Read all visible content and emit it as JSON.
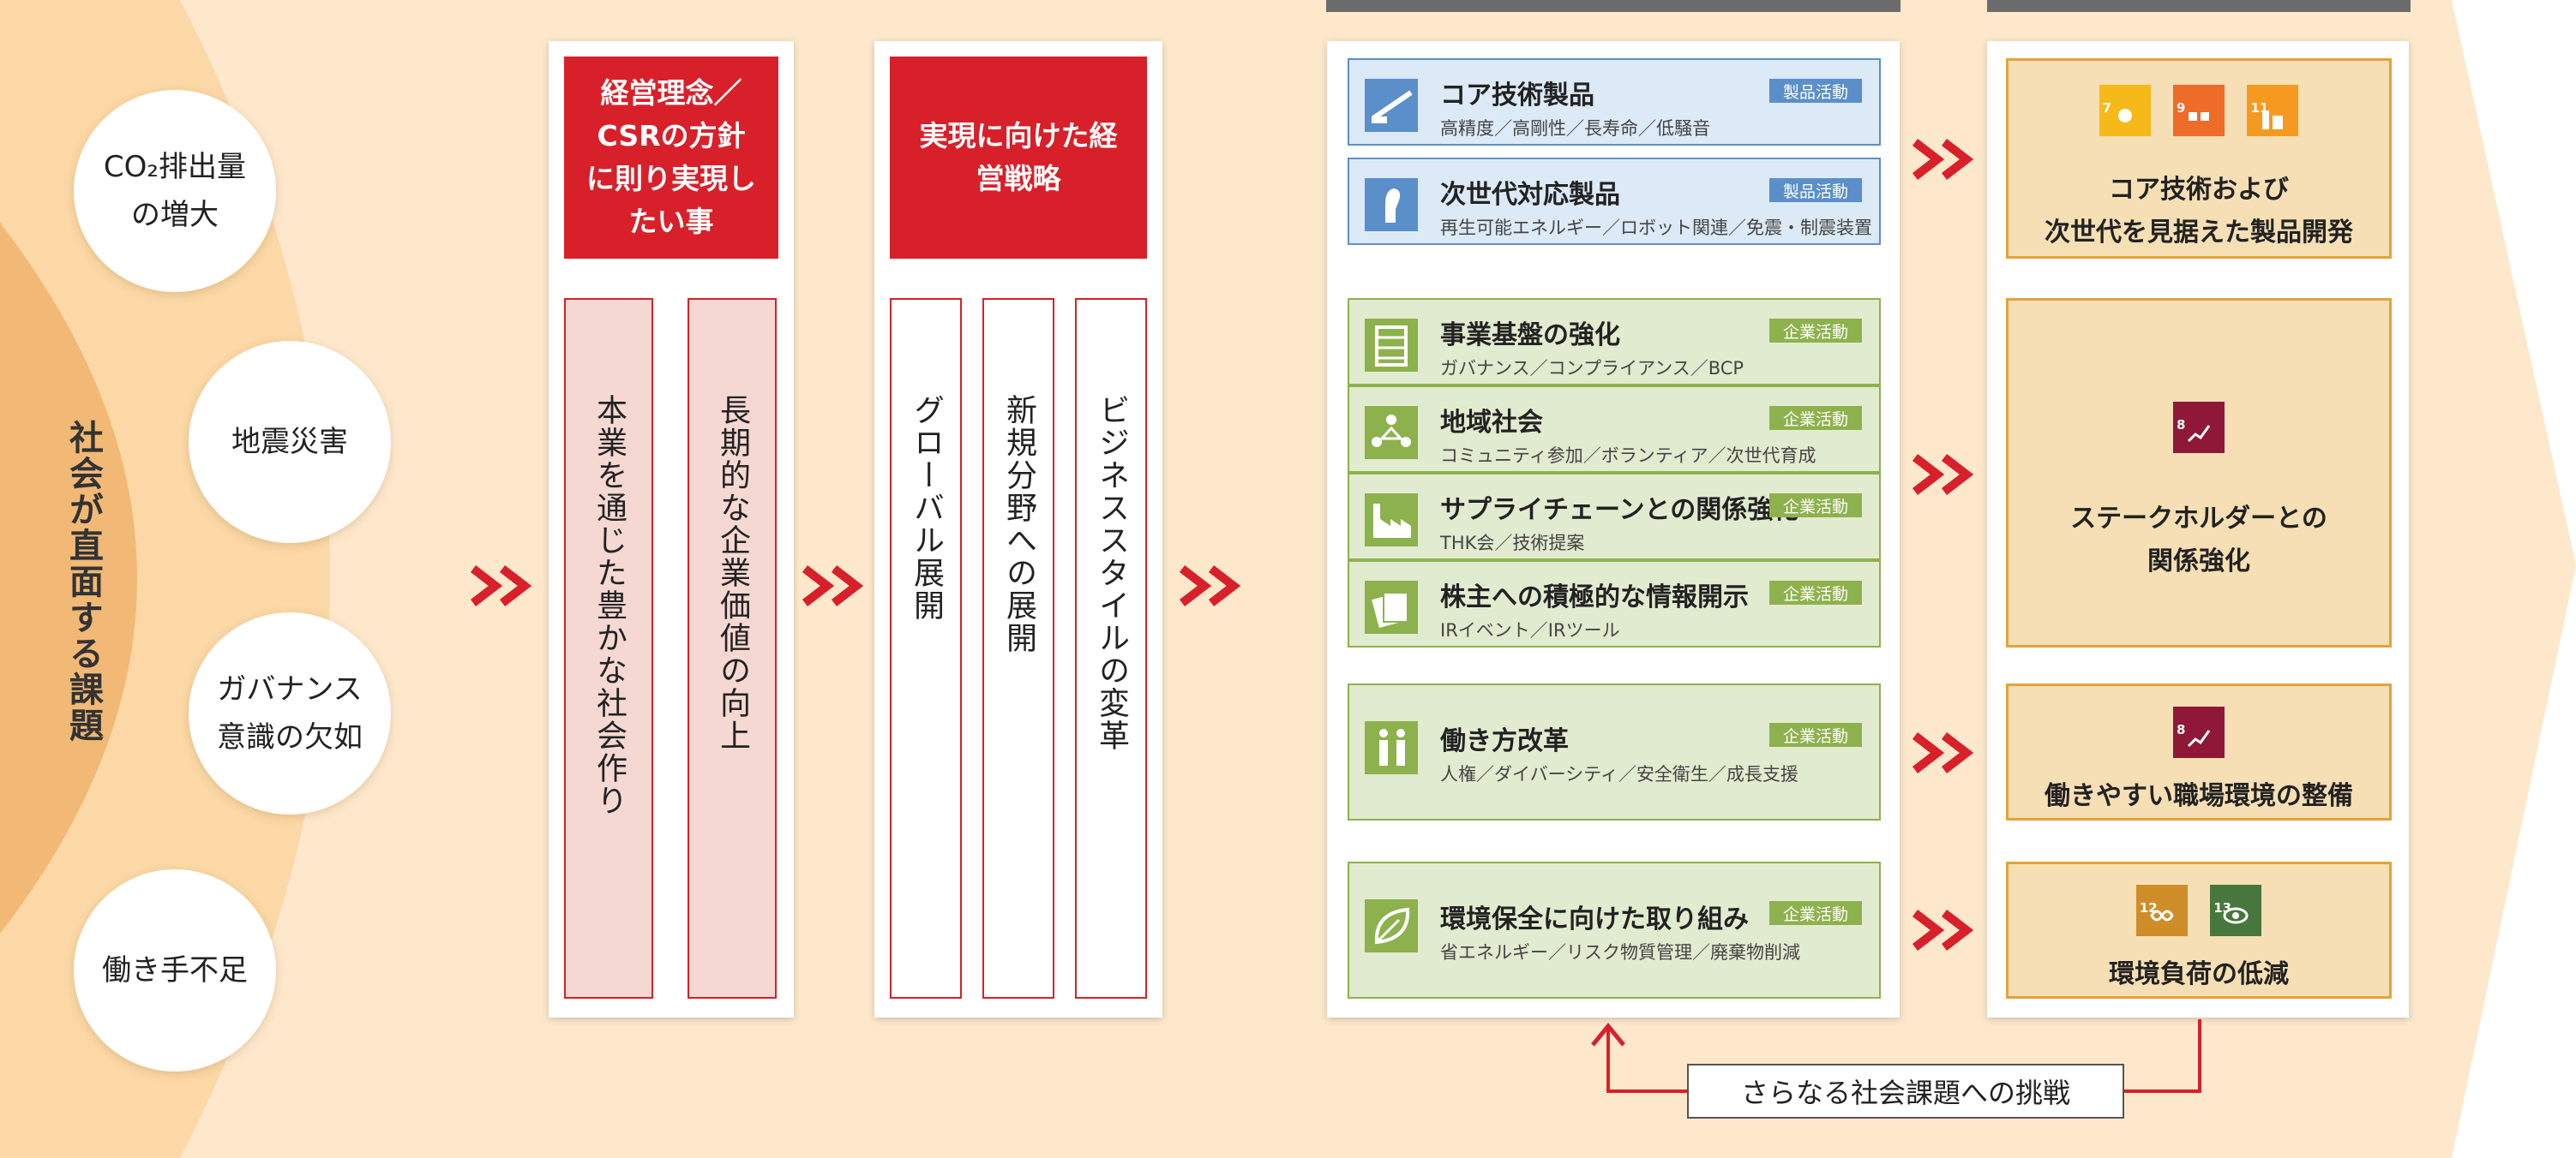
{
  "header_tabs": [
    "",
    ""
  ],
  "issues": {
    "title": "社会が直面する課題",
    "items": [
      "CO₂排出量\nの増大",
      "地震災害",
      "ガバナンス\n意識の欠如",
      "働き手不足"
    ]
  },
  "philosophy": {
    "title": "経営理念／CSRの方針に則り実現したい事",
    "columns": [
      "本業を通じた豊かな社会作り",
      "長期的な企業価値の向上"
    ]
  },
  "strategy": {
    "title": "実現に向けた経営戦略",
    "columns": [
      "グローバル展開",
      "新規分野への展開",
      "ビジネススタイルの変革"
    ]
  },
  "activities": [
    {
      "title": "コア技術製品",
      "sub": "高精度／高剛性／長寿命／低騒音",
      "tag": "製品活動",
      "icon": "rail-icon"
    },
    {
      "title": "次世代対応製品",
      "sub": "再生可能エネルギー／ロボット関連／免震・制震装置",
      "tag": "製品活動",
      "icon": "robot-hand-icon"
    },
    {
      "title": "事業基盤の強化",
      "sub": "ガバナンス／コンプライアンス／BCP",
      "tag": "企業活動",
      "icon": "building-icon"
    },
    {
      "title": "地域社会",
      "sub": "コミュニティ参加／ボランティア／次世代育成",
      "tag": "企業活動",
      "icon": "community-icon"
    },
    {
      "title": "サプライチェーンとの関係強化",
      "sub": "THK会／技術提案",
      "tag": "企業活動",
      "icon": "factory-icon"
    },
    {
      "title": "株主への積極的な情報開示",
      "sub": "IRイベント／IRツール",
      "tag": "企業活動",
      "icon": "documents-icon"
    },
    {
      "title": "働き方改革",
      "sub": "人権／ダイバーシティ／安全衛生／成長支援",
      "tag": "企業活動",
      "icon": "people-icon"
    },
    {
      "title": "環境保全に向けた取り組み",
      "sub": "省エネルギー／リスク物質管理／廃棄物削減",
      "tag": "企業活動",
      "icon": "leaf-icon"
    }
  ],
  "results": [
    {
      "text": "コア技術および\n次世代を見据えた製品開発",
      "sdgs": [
        "7",
        "9",
        "11"
      ]
    },
    {
      "text": "ステークホルダーとの\n関係強化",
      "sdgs": [
        "8"
      ]
    },
    {
      "text": "働きやすい職場環境の整備",
      "sdgs": [
        "8"
      ]
    },
    {
      "text": "環境負荷の低減",
      "sdgs": [
        "12",
        "13"
      ]
    }
  ],
  "challenge": "さらなる社会課題への挑戦",
  "colors": {
    "red": "#d8202a",
    "blue": "#5b8fc9",
    "green": "#8db24d",
    "orange": "#e3a33a",
    "beige": "#fde8cc"
  }
}
